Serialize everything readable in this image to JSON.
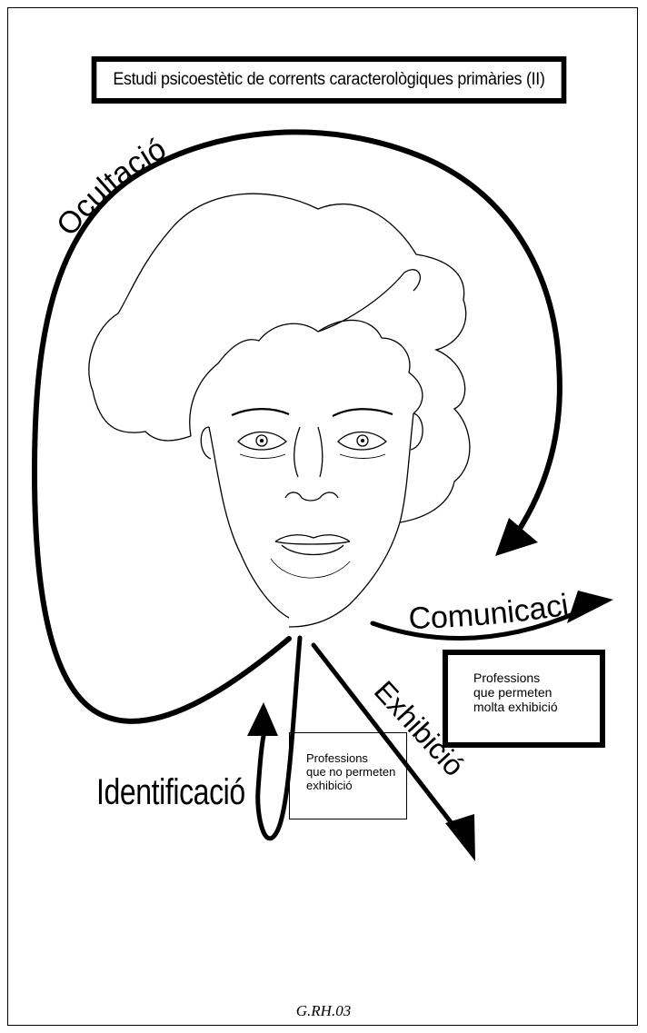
{
  "title": "Estudi psicoestètic de corrents caracterològiques primàries (II)",
  "arrows": {
    "ocultacio": "Ocultació",
    "comunicacio": "Comunicació",
    "exhibicio": "Exhibició",
    "identificacio": "Identificació"
  },
  "boxes": {
    "high_exhibition": [
      "Professions",
      "que permeten",
      "molta exhibició"
    ],
    "no_exhibition": [
      "Professions",
      "que no permeten",
      "exhibició"
    ]
  },
  "figure_code": "G.RH.03"
}
